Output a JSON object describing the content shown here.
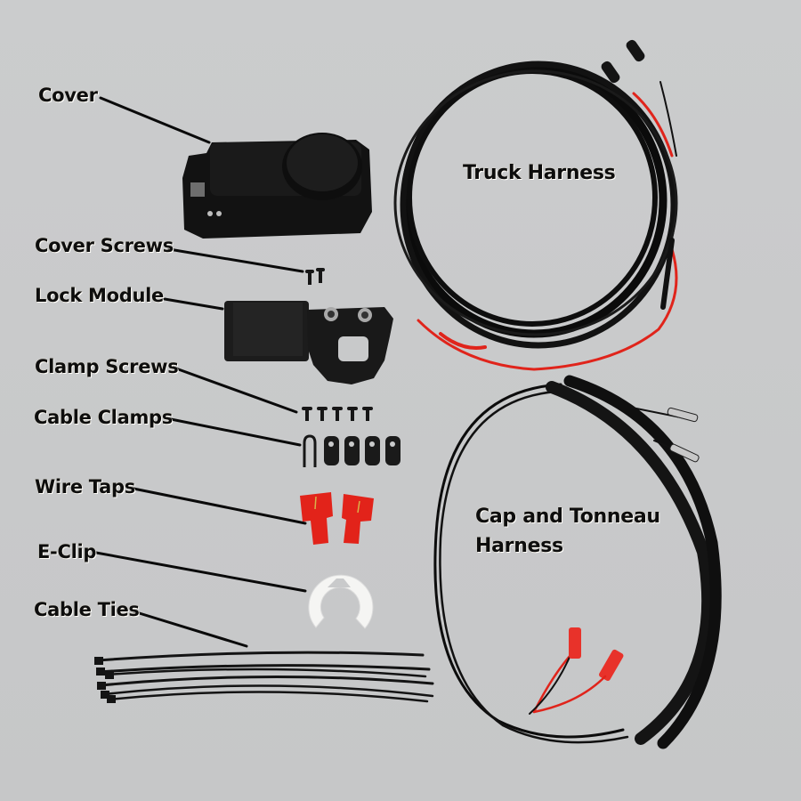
{
  "image": {
    "background_color": "#c9cacb",
    "description": "Product kit layout photo with labeled components"
  },
  "labels": {
    "cover": "Cover",
    "cover_screws": "Cover Screws",
    "lock_module": "Lock Module",
    "clamp_screws": "Clamp Screws",
    "cable_clamps": "Cable Clamps",
    "wire_taps": "Wire Taps",
    "e_clip": "E-Clip",
    "cable_ties": "Cable Ties",
    "truck_harness": "Truck Harness",
    "cap_tonneau_line1": "Cap and Tonneau",
    "cap_tonneau_line2": "Harness"
  },
  "components": [
    {
      "name": "Cover",
      "quantity": 1,
      "color": "#111111"
    },
    {
      "name": "Cover Screws",
      "quantity": 2,
      "color": "#1a1a1a"
    },
    {
      "name": "Lock Module",
      "quantity": 1,
      "color": "#1c1c1c"
    },
    {
      "name": "Clamp Screws",
      "quantity": 5,
      "color": "#1a1a1a"
    },
    {
      "name": "Cable Clamps",
      "quantity": 5,
      "color": "#1a1a1a"
    },
    {
      "name": "Wire Taps",
      "quantity": 2,
      "color": "#e2231a"
    },
    {
      "name": "E-Clip",
      "quantity": 1,
      "color": "#f4f4f2"
    },
    {
      "name": "Cable Ties",
      "quantity": 6,
      "color": "#151515"
    },
    {
      "name": "Truck Harness",
      "quantity": 1,
      "color": "#0c0c0c"
    },
    {
      "name": "Cap and Tonneau Harness",
      "quantity": 1,
      "color": "#0c0c0c"
    }
  ],
  "colors": {
    "wire_red": "#e0241b",
    "wire_black": "#0b0b0b",
    "terminal_red": "#e8322a",
    "label_text": "#0d0d0d"
  }
}
